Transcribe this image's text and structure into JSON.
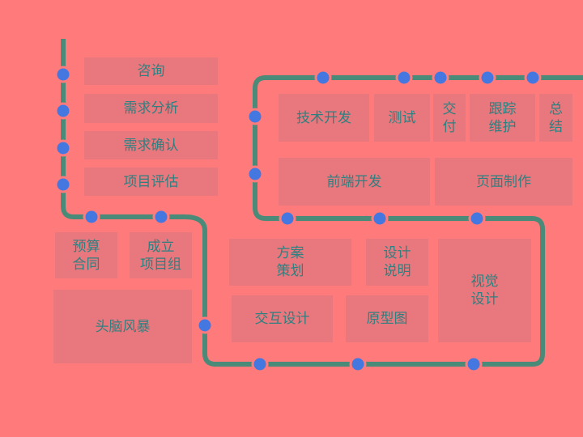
{
  "colors": {
    "background": "#FF7B7B",
    "box": "#E8787E",
    "text": "#2E8080",
    "line": "#4A8A78",
    "dot": "#4477E0"
  },
  "steps": {
    "consult": "咨询",
    "req_analysis": "需求分析",
    "req_confirm": "需求确认",
    "project_eval": "项目评估",
    "budget_contract": "预算\n合同",
    "form_team": "成立\n项目组",
    "brainstorm": "头脑风暴",
    "plan": "方案\n策划",
    "design_spec": "设计\n说明",
    "visual_design": "视觉\n设计",
    "interaction_design": "交互设计",
    "prototype": "原型图",
    "tech_dev": "技术开发",
    "testing": "测试",
    "delivery": "交\n付",
    "maintenance": "跟踪\n维护",
    "summary": "总\n结",
    "frontend_dev": "前端开发",
    "page_making": "页面制作"
  }
}
